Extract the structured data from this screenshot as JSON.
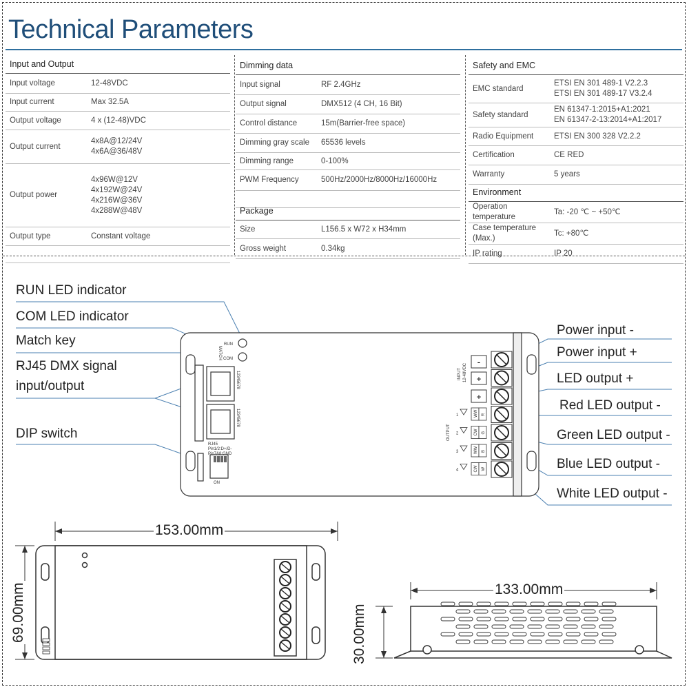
{
  "title": "Technical Parameters",
  "input_output": {
    "header": "Input and Output",
    "rows": [
      {
        "k": "Input voltage",
        "v": [
          "12-48VDC"
        ]
      },
      {
        "k": "Input current",
        "v": [
          "Max 32.5A"
        ]
      },
      {
        "k": "Output voltage",
        "v": [
          "4 x (12-48)VDC"
        ]
      },
      {
        "k": "Output current",
        "v": [
          "4x8A@12/24V",
          "4x6A@36/48V"
        ]
      },
      {
        "k": "Output power",
        "v": [
          "4x96W@12V",
          "4x192W@24V",
          "4x216W@36V",
          "4x288W@48V"
        ]
      },
      {
        "k": "Output type",
        "v": [
          "Constant voltage"
        ]
      }
    ]
  },
  "dimming": {
    "header": "Dimming data",
    "rows": [
      {
        "k": "Input signal",
        "v": [
          "RF 2.4GHz"
        ]
      },
      {
        "k": "Output signal",
        "v": [
          "DMX512 (4 CH, 16 Bit)"
        ]
      },
      {
        "k": "Control distance",
        "v": [
          "15m(Barrier-free space)"
        ]
      },
      {
        "k": "Dimming gray scale",
        "v": [
          "65536 levels"
        ]
      },
      {
        "k": "Dimming range",
        "v": [
          "0-100%"
        ]
      },
      {
        "k": "PWM Frequency",
        "v": [
          "500Hz/2000Hz/8000Hz/16000Hz"
        ]
      }
    ]
  },
  "package": {
    "header": "Package",
    "rows": [
      {
        "k": "Size",
        "v": [
          "L156.5 x W72 x H34mm"
        ]
      },
      {
        "k": "Gross weight",
        "v": [
          "0.34kg"
        ]
      }
    ]
  },
  "safety": {
    "header": "Safety and EMC",
    "rows": [
      {
        "k": "EMC standard",
        "v": [
          "ETSI EN 301 489-1 V2.2.3",
          "ETSI EN 301 489-17 V3.2.4"
        ]
      },
      {
        "k": "Safety standard",
        "v": [
          "EN 61347-1:2015+A1:2021",
          "EN 61347-2-13:2014+A1:2017"
        ]
      },
      {
        "k": "Radio Equipment",
        "v": [
          "ETSI EN 300 328 V2.2.2"
        ]
      },
      {
        "k": "Certification",
        "v": [
          "CE RED"
        ]
      },
      {
        "k": "Warranty",
        "v": [
          "5 years"
        ]
      }
    ]
  },
  "environment": {
    "header": "Environment",
    "rows": [
      {
        "k": "Operation temperature",
        "v": [
          "Ta: -20 ℃ ~ +50℃"
        ]
      },
      {
        "k": "Case temperature (Max.)",
        "v": [
          "Tc: +80℃"
        ]
      },
      {
        "k": "IP rating",
        "v": [
          "IP 20"
        ]
      }
    ]
  },
  "left_labels": {
    "run": "RUN LED indicator",
    "com": "COM LED indicator",
    "match": "Match key",
    "rj45_1": "RJ45 DMX signal",
    "rj45_2": "input/output",
    "dip": "DIP switch"
  },
  "right_labels": {
    "pin": "Power input -",
    "pip": "Power input +",
    "ledp": "LED output +",
    "red": "Red LED output -",
    "green": "Green LED output -",
    "blue": "Blue LED output -",
    "white": "White LED output -"
  },
  "device": {
    "run": "RUN",
    "com": "COM",
    "match": "MATCH",
    "pins": "12345678",
    "rj45_note_1": "RJ45",
    "rj45_note_2": "Pin1/2:D+/D-",
    "rj45_note_3": "Pin7&8:GND",
    "input_1": "INPUT",
    "input_2": "12-48VDC",
    "minus": "-",
    "plus": "+",
    "output": "OUTPUT",
    "ch": [
      "1",
      "2",
      "3",
      "4"
    ],
    "ch_a": [
      "WW",
      "CW",
      "WW",
      "CW"
    ],
    "ch_b": [
      "R",
      "G",
      "B",
      "W"
    ],
    "dip_on": "ON"
  },
  "dims": {
    "length": "153.00mm",
    "width": "69.00mm",
    "side_length": "133.00mm",
    "height": "30.00mm"
  }
}
